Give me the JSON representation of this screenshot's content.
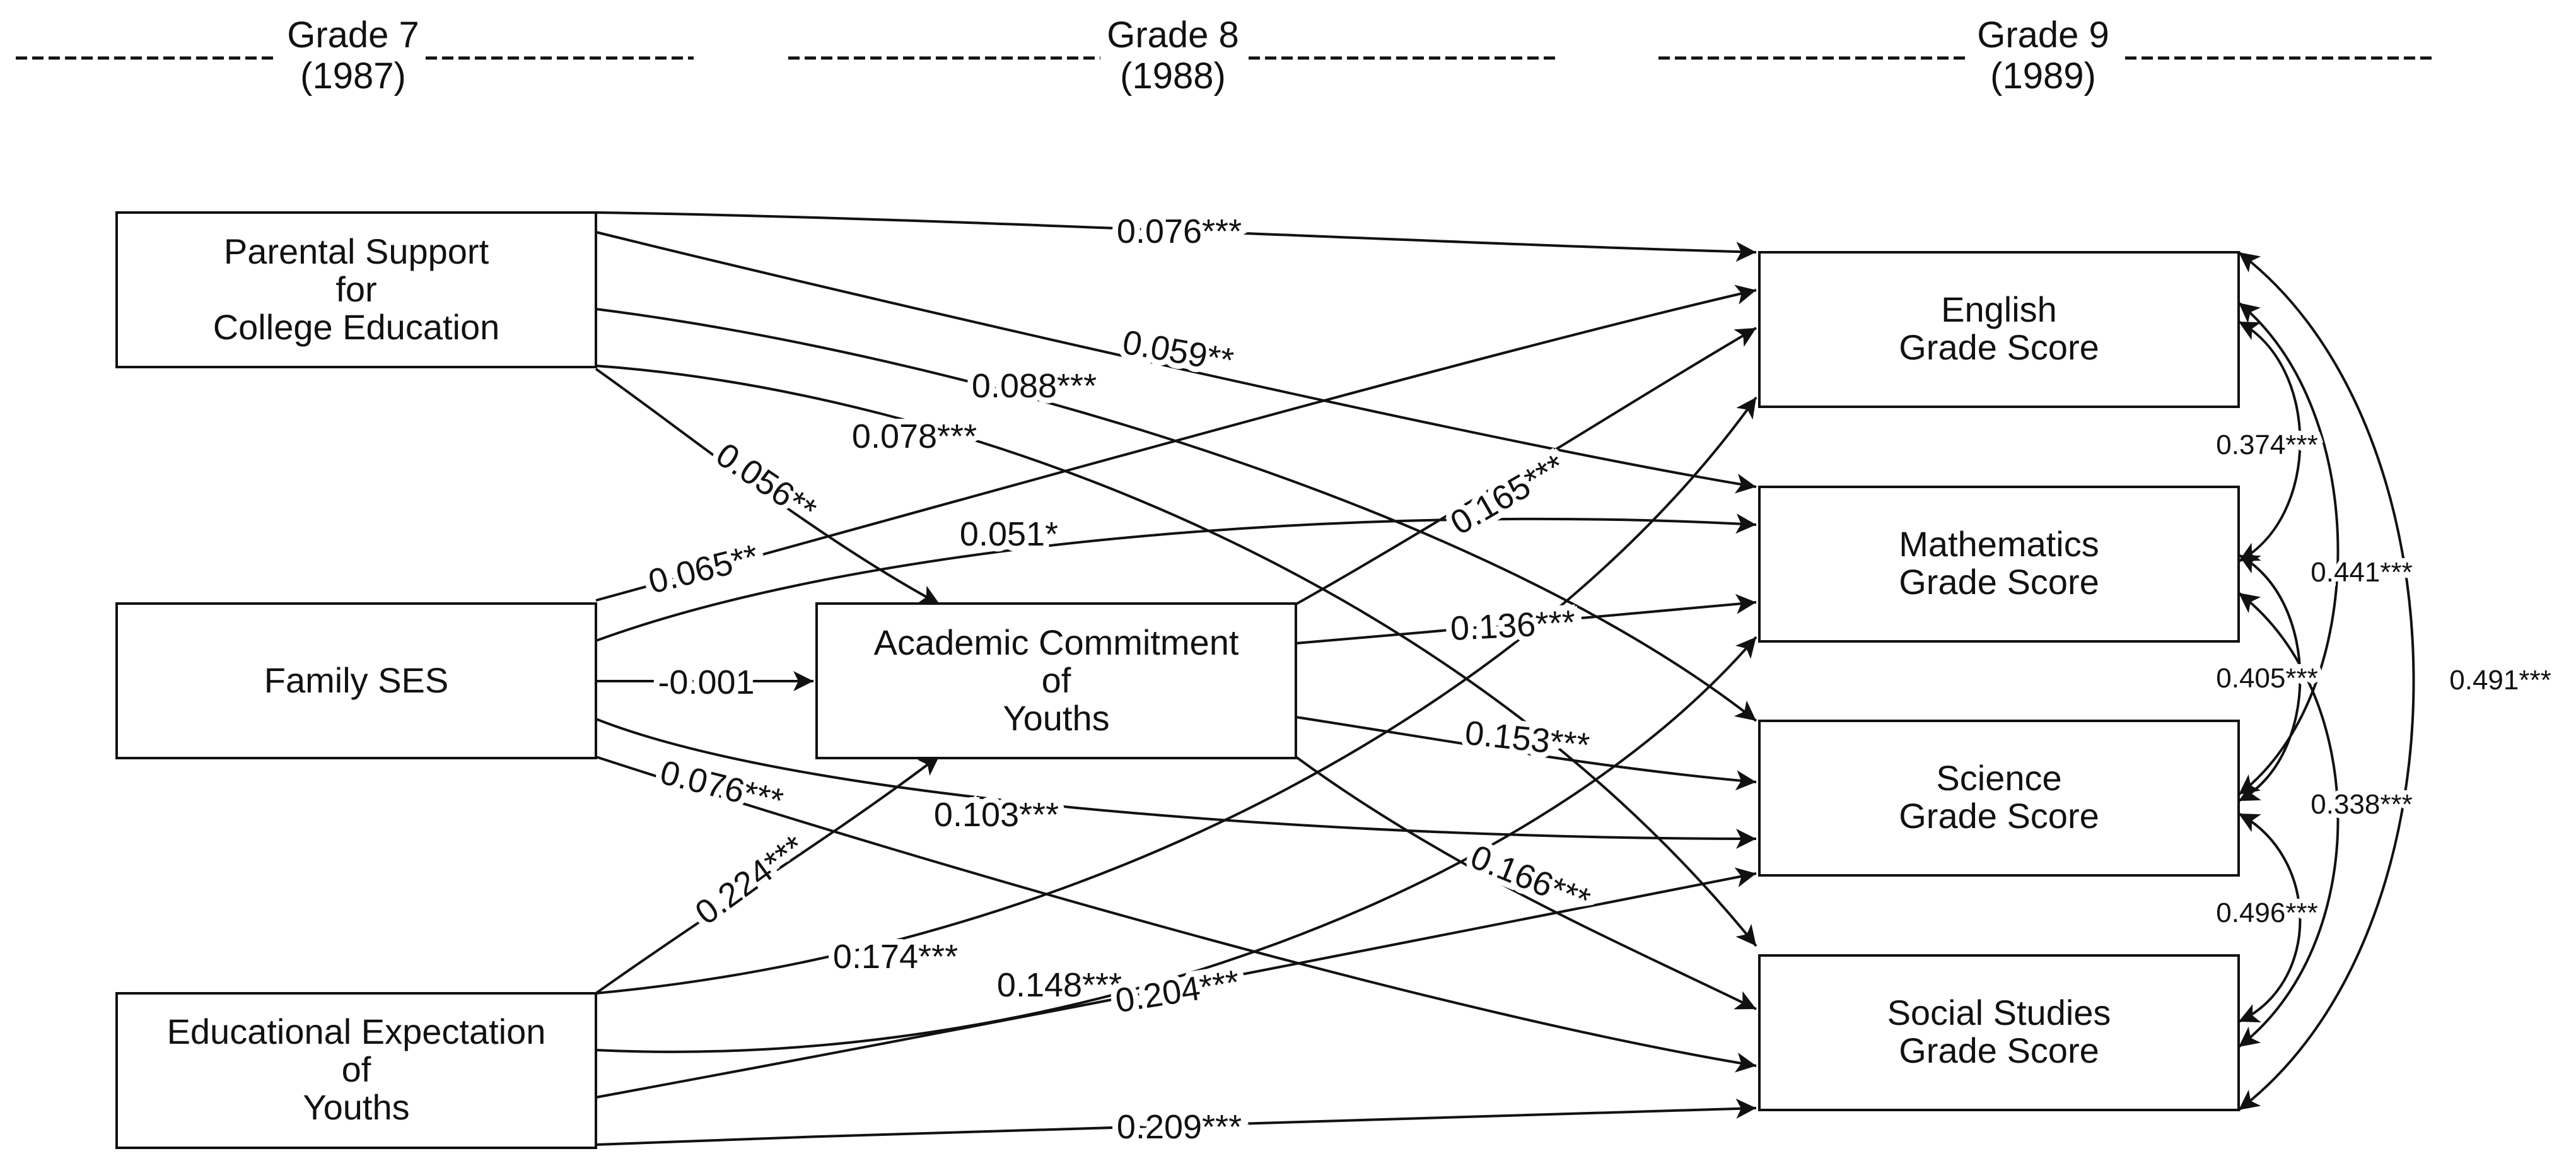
{
  "headers": {
    "grade7": {
      "grade": "Grade 7",
      "year": "(1987)"
    },
    "grade8": {
      "grade": "Grade 8",
      "year": "(1988)"
    },
    "grade9": {
      "grade": "Grade 9",
      "year": "(1989)"
    }
  },
  "nodes": {
    "parental": {
      "lines": [
        "Parental Support",
        "for",
        "College Education"
      ]
    },
    "ses": {
      "lines": [
        "Family SES"
      ]
    },
    "expect": {
      "lines": [
        "Educational Expectation",
        "of",
        "Youths"
      ]
    },
    "commit": {
      "lines": [
        "Academic Commitment",
        "of",
        "Youths"
      ]
    },
    "english": {
      "lines": [
        "English",
        "Grade Score"
      ]
    },
    "math": {
      "lines": [
        "Mathematics",
        "Grade Score"
      ]
    },
    "science": {
      "lines": [
        "Science",
        "Grade Score"
      ]
    },
    "social": {
      "lines": [
        "Social Studies",
        "Grade Score"
      ]
    }
  },
  "paths": [
    {
      "from": "parental",
      "to": "english",
      "coef": "0.076***"
    },
    {
      "from": "parental",
      "to": "math",
      "coef": "0.059**"
    },
    {
      "from": "parental",
      "to": "science",
      "coef": "0.088***"
    },
    {
      "from": "parental",
      "to": "social",
      "coef": "0.078***"
    },
    {
      "from": "parental",
      "to": "commit",
      "coef": "0.056**"
    },
    {
      "from": "ses",
      "to": "english",
      "coef": "0.065**"
    },
    {
      "from": "ses",
      "to": "math",
      "coef": "0.051*"
    },
    {
      "from": "ses",
      "to": "commit",
      "coef": "-0.001"
    },
    {
      "from": "ses",
      "to": "science",
      "coef": "0.103***"
    },
    {
      "from": "ses",
      "to": "social",
      "coef": "0.076***"
    },
    {
      "from": "commit",
      "to": "english",
      "coef": "0.165***"
    },
    {
      "from": "commit",
      "to": "math",
      "coef": "0.136***"
    },
    {
      "from": "commit",
      "to": "science",
      "coef": "0.153***"
    },
    {
      "from": "commit",
      "to": "social",
      "coef": "0.166***"
    },
    {
      "from": "expect",
      "to": "commit",
      "coef": "0.224***"
    },
    {
      "from": "expect",
      "to": "english",
      "coef": "0.174***"
    },
    {
      "from": "expect",
      "to": "math",
      "coef": "0.148***"
    },
    {
      "from": "expect",
      "to": "science",
      "coef": "0.204***"
    },
    {
      "from": "expect",
      "to": "social",
      "coef": "0.209***"
    }
  ],
  "correlations": [
    {
      "a": "english",
      "b": "math",
      "value": "0.374***"
    },
    {
      "a": "english",
      "b": "science",
      "value": "0.441***"
    },
    {
      "a": "english",
      "b": "social",
      "value": "0.491***"
    },
    {
      "a": "math",
      "b": "science",
      "value": "0.405***"
    },
    {
      "a": "math",
      "b": "social",
      "value": "0.338***"
    },
    {
      "a": "science",
      "b": "social",
      "value": "0.496***"
    }
  ]
}
